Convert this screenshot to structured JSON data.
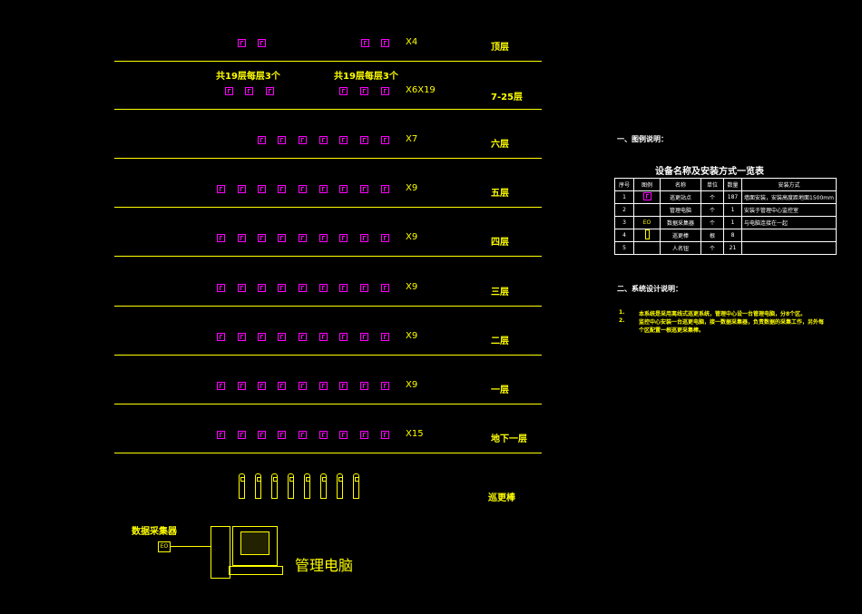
{
  "floors": [
    {
      "label": "顶层",
      "count": "X4"
    },
    {
      "label": "7-25层",
      "count": "X6X19"
    },
    {
      "label": "六层",
      "count": "X7"
    },
    {
      "label": "五层",
      "count": "X9"
    },
    {
      "label": "四层",
      "count": "X9"
    },
    {
      "label": "三层",
      "count": "X9"
    },
    {
      "label": "二层",
      "count": "X9"
    },
    {
      "label": "一层",
      "count": "X9"
    },
    {
      "label": "地下一层",
      "count": "X15"
    }
  ],
  "group_note": "共19层每层3个",
  "patrol_stick_label": "巡更棒",
  "collector_label": "数据采集器",
  "collector_icon": "EO",
  "computer_label": "管理电脑",
  "legend": {
    "heading": "一、图例说明：",
    "table_title": "设备名称及安装方式一览表",
    "headers": [
      "序号",
      "图例",
      "名称",
      "单位",
      "数量",
      "安装方式"
    ],
    "rows": [
      [
        "1",
        "",
        "巡更站点",
        "个",
        "187",
        "墙面安装，安装高度距地面1500mm"
      ],
      [
        "2",
        "",
        "管理电脑",
        "个",
        "1",
        "安装于管理中心监控室"
      ],
      [
        "3",
        "EO",
        "数据采集器",
        "个",
        "1",
        "与电脑连接在一起"
      ],
      [
        "4",
        "",
        "巡更棒",
        "根",
        "8",
        ""
      ],
      [
        "5",
        "",
        "人名钮",
        "个",
        "21",
        ""
      ]
    ]
  },
  "design": {
    "heading": "二、系统设计说明：",
    "notes": [
      {
        "num": "1.",
        "text": "本系统是采用离线式巡更系统，管理中心设一台管理电脑，分8个区。"
      },
      {
        "num": "2.",
        "text": "监控中心安装一台巡更电脑，接一数据采集器，负责数据的采集工作，另外每个区配置一根巡更采集棒。"
      }
    ]
  },
  "colors": {
    "line": "#ffff00",
    "device": "#ff00ff",
    "text": "#ffffff"
  }
}
